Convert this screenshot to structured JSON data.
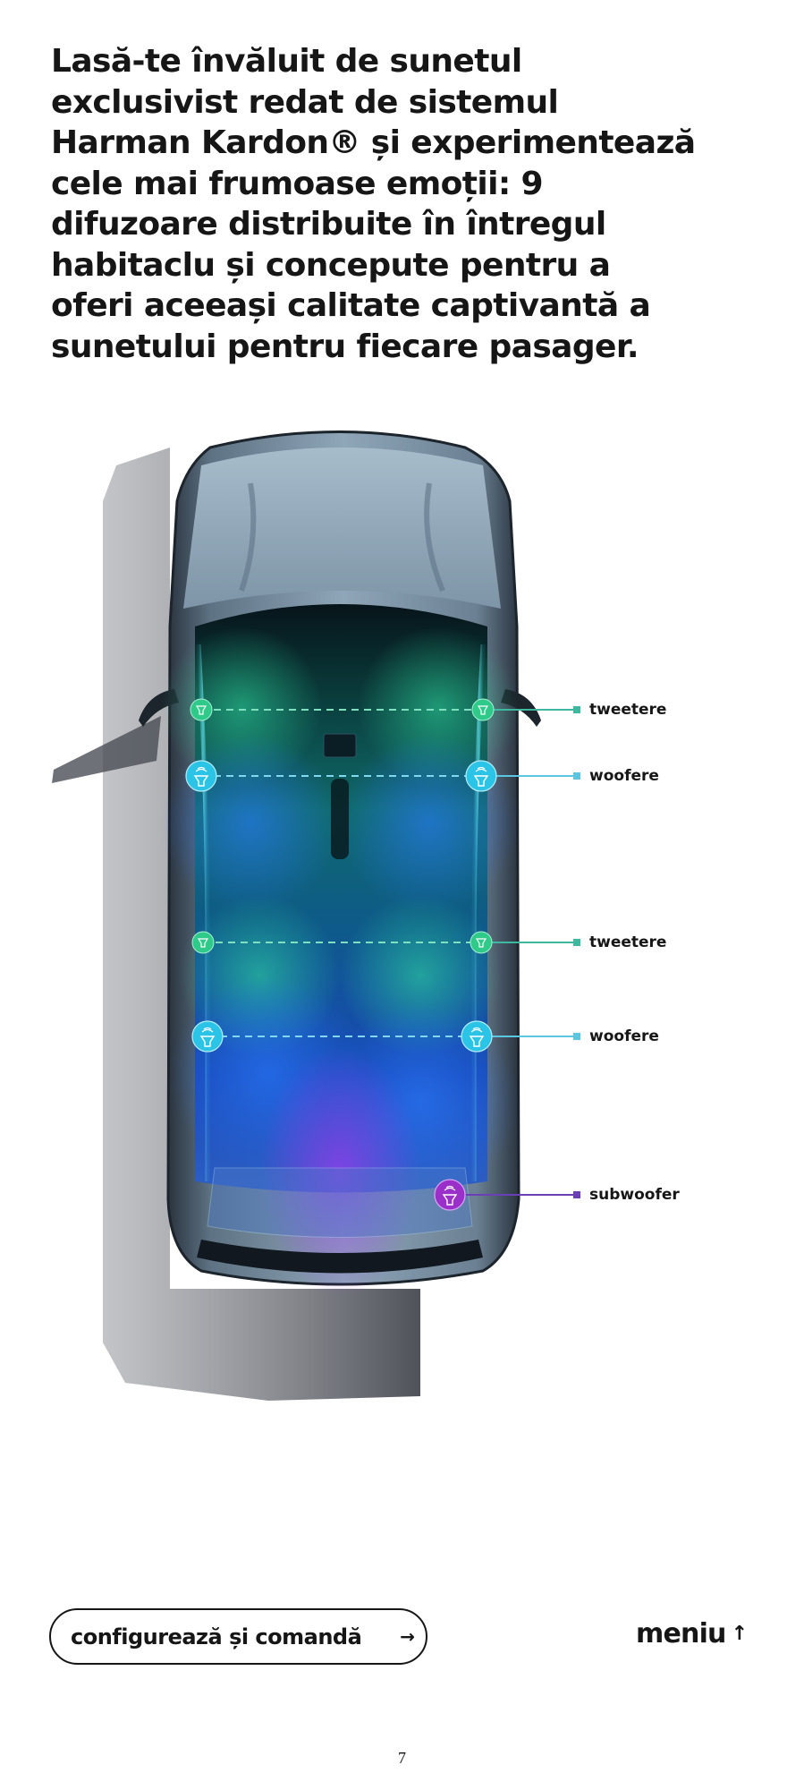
{
  "headline": {
    "lines": [
      "Lasă-te învăluit de sunetul",
      "exclusivist redat de sistemul",
      "Harman Kardon® și experimentează",
      "cele mai frumoase emoții: 9",
      "difuzoare distribuite în întregul",
      "habitaclu și concepute pentru a",
      "oferi aceeași calitate captivantă a",
      "sunetului pentru fiecare pasager."
    ]
  },
  "diagram": {
    "speaker_count": 9,
    "legend": [
      {
        "id": "front-tweeters",
        "label": "tweetere",
        "type": "tweeter",
        "color": "#2fc98a",
        "marker_color": "#3fb8a0"
      },
      {
        "id": "front-woofers",
        "label": "woofere",
        "type": "woofer",
        "color": "#2bc4e6",
        "marker_color": "#5cc6e0"
      },
      {
        "id": "rear-tweeters",
        "label": "tweetere",
        "type": "tweeter",
        "color": "#2fc98a",
        "marker_color": "#3fb8a0"
      },
      {
        "id": "rear-woofers",
        "label": "woofere",
        "type": "woofer",
        "color": "#2bc4e6",
        "marker_color": "#5cc6e0"
      },
      {
        "id": "subwoofer",
        "label": "subwoofer",
        "type": "subwoofer",
        "color": "#9b2fc9",
        "marker_color": "#6b3fb5"
      }
    ]
  },
  "footer": {
    "cta_label": "configurează și comandă",
    "cta_arrow": "→",
    "menu_label": "meniu",
    "menu_arrow": "↑",
    "page_number": "7"
  }
}
